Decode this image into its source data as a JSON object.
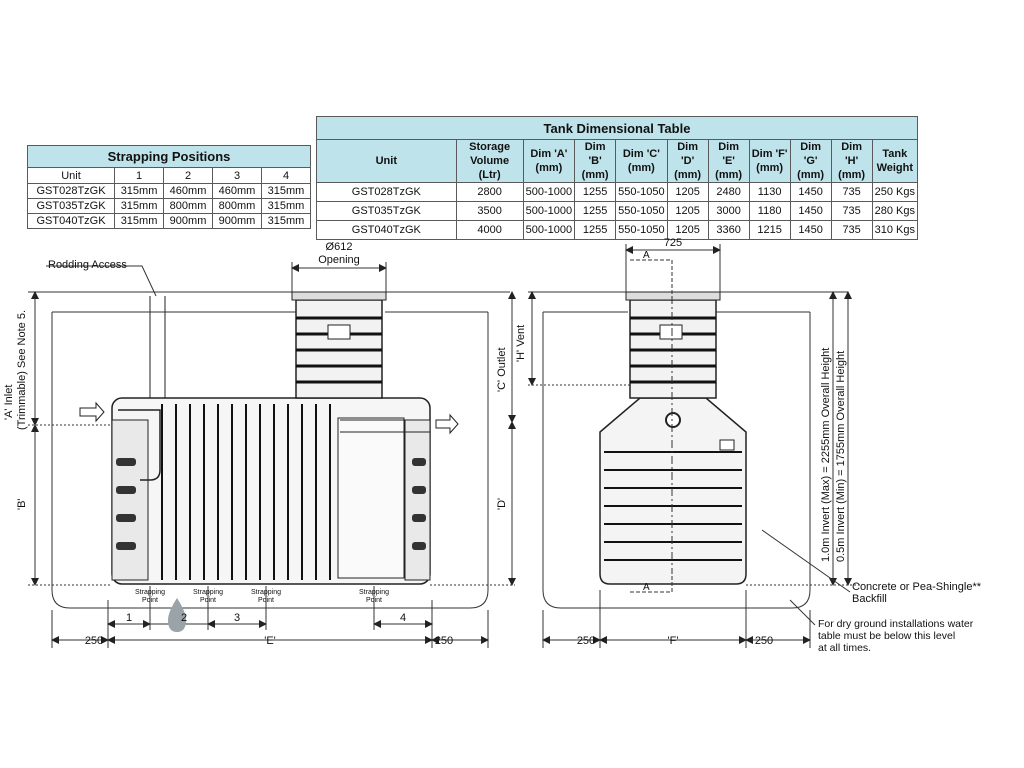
{
  "strapping_table": {
    "title": "Strapping Positions",
    "headers": [
      "Unit",
      "1",
      "2",
      "3",
      "4"
    ],
    "rows": [
      [
        "GST028TzGK",
        "315mm",
        "460mm",
        "460mm",
        "315mm"
      ],
      [
        "GST035TzGK",
        "315mm",
        "800mm",
        "800mm",
        "315mm"
      ],
      [
        "GST040TzGK",
        "315mm",
        "900mm",
        "900mm",
        "315mm"
      ]
    ]
  },
  "dimension_table": {
    "title": "Tank Dimensional Table",
    "headers": [
      "Unit",
      "Storage Volume (Ltr)",
      "Dim 'A' (mm)",
      "Dim 'B' (mm)",
      "Dim 'C' (mm)",
      "Dim 'D' (mm)",
      "Dim 'E' (mm)",
      "Dim 'F' (mm)",
      "Dim 'G' (mm)",
      "Dim 'H' (mm)",
      "Tank Weight"
    ],
    "rows": [
      [
        "GST028TzGK",
        "2800",
        "500-1000",
        "1255",
        "550-1050",
        "1205",
        "2480",
        "1130",
        "1450",
        "735",
        "250 Kgs"
      ],
      [
        "GST035TzGK",
        "3500",
        "500-1000",
        "1255",
        "550-1050",
        "1205",
        "3000",
        "1180",
        "1450",
        "735",
        "280 Kgs"
      ],
      [
        "GST040TzGK",
        "4000",
        "500-1000",
        "1255",
        "550-1050",
        "1205",
        "3360",
        "1215",
        "1450",
        "735",
        "310 Kgs"
      ]
    ]
  },
  "drawing": {
    "opening_diameter": "Ø612",
    "opening_label": "Opening",
    "rodding_access": "Rodding Access",
    "inlet_label_1": "'A' Inlet",
    "inlet_label_2": "(Trimmable) See Note 5.",
    "dim_b": "'B'",
    "outlet_label": "'C' Outlet",
    "dim_d": "'D'",
    "vent_label": "'H' Vent",
    "dim_725": "725",
    "section_a": "A",
    "section_a_bottom": "A",
    "strapping_point": "Strapping",
    "strapping_point_2": "Point",
    "positions": [
      "1",
      "2",
      "3",
      "4"
    ],
    "dim_250_left": "250",
    "dim_e": "'E'",
    "dim_250_right": "250",
    "dim_250_left_2": "250",
    "dim_f": "'F'",
    "dim_250_right_2": "250",
    "overall_max": "1.0m Invert (Max) = 2255mm Overall Height",
    "overall_min": "0.5m Invert (Min) = 1755mm Overall Height",
    "backfill_1": "Concrete or Pea-Shingle**",
    "backfill_2": "Backfill",
    "water_note_1": "For dry ground installations water",
    "water_note_2": "table must be below this level",
    "water_note_3": "at all times."
  }
}
